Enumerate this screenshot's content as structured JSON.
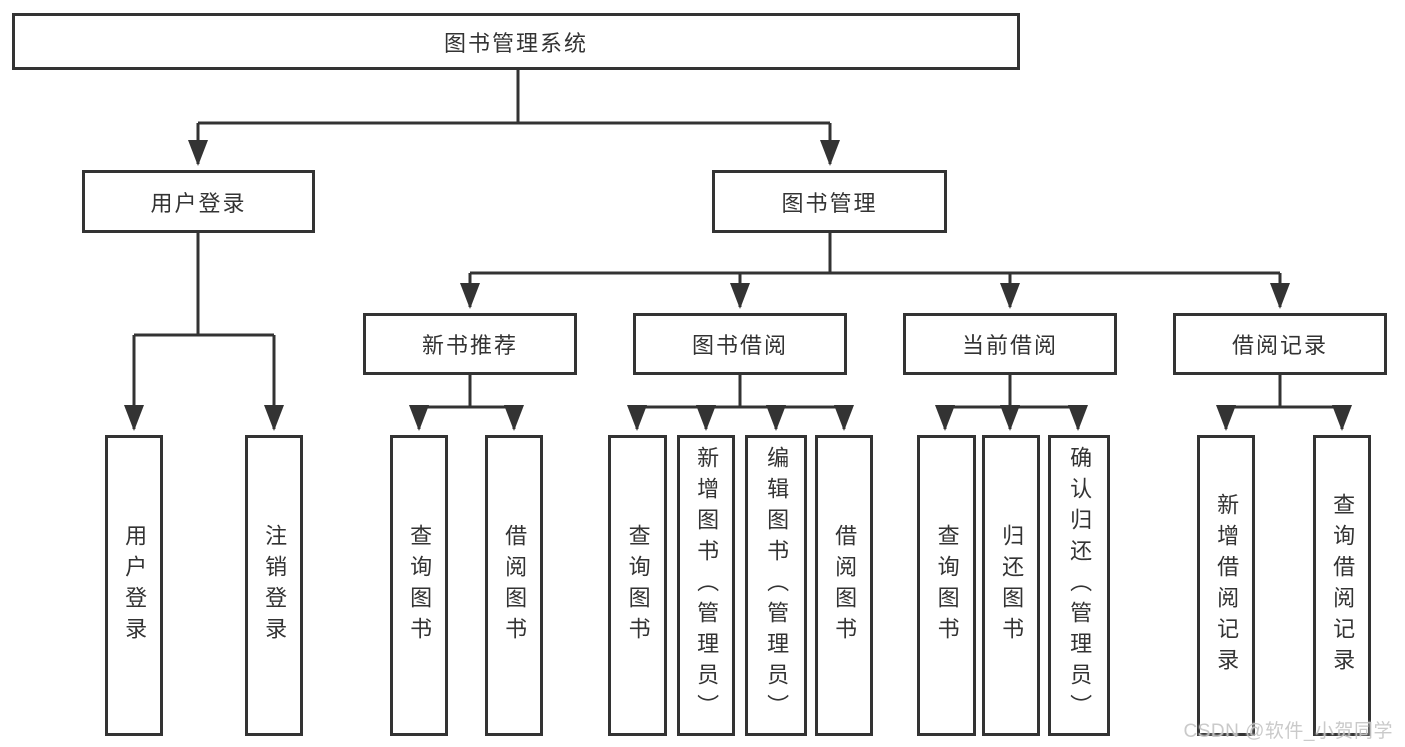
{
  "tree": {
    "root": {
      "label": "图书管理系统",
      "children": [
        {
          "label": "用户登录",
          "children": [
            {
              "label": "用户登录"
            },
            {
              "label": "注销登录"
            }
          ]
        },
        {
          "label": "图书管理",
          "children": [
            {
              "label": "新书推荐",
              "children": [
                {
                  "label": "查询图书"
                },
                {
                  "label": "借阅图书"
                }
              ]
            },
            {
              "label": "图书借阅",
              "children": [
                {
                  "label": "查询图书"
                },
                {
                  "label": "新增图书（管理员）"
                },
                {
                  "label": "编辑图书（管理员）"
                },
                {
                  "label": "借阅图书"
                }
              ]
            },
            {
              "label": "当前借阅",
              "children": [
                {
                  "label": "查询图书"
                },
                {
                  "label": "归还图书"
                },
                {
                  "label": "确认归还（管理员）"
                }
              ]
            },
            {
              "label": "借阅记录",
              "children": [
                {
                  "label": "新增借阅记录"
                },
                {
                  "label": "查询借阅记录"
                }
              ]
            }
          ]
        }
      ]
    }
  },
  "watermark": {
    "text": "CSDN @软件_小贺同学"
  },
  "colors": {
    "ink": "#333333",
    "bg": "#ffffff",
    "watermark": "#c6c6c6"
  }
}
